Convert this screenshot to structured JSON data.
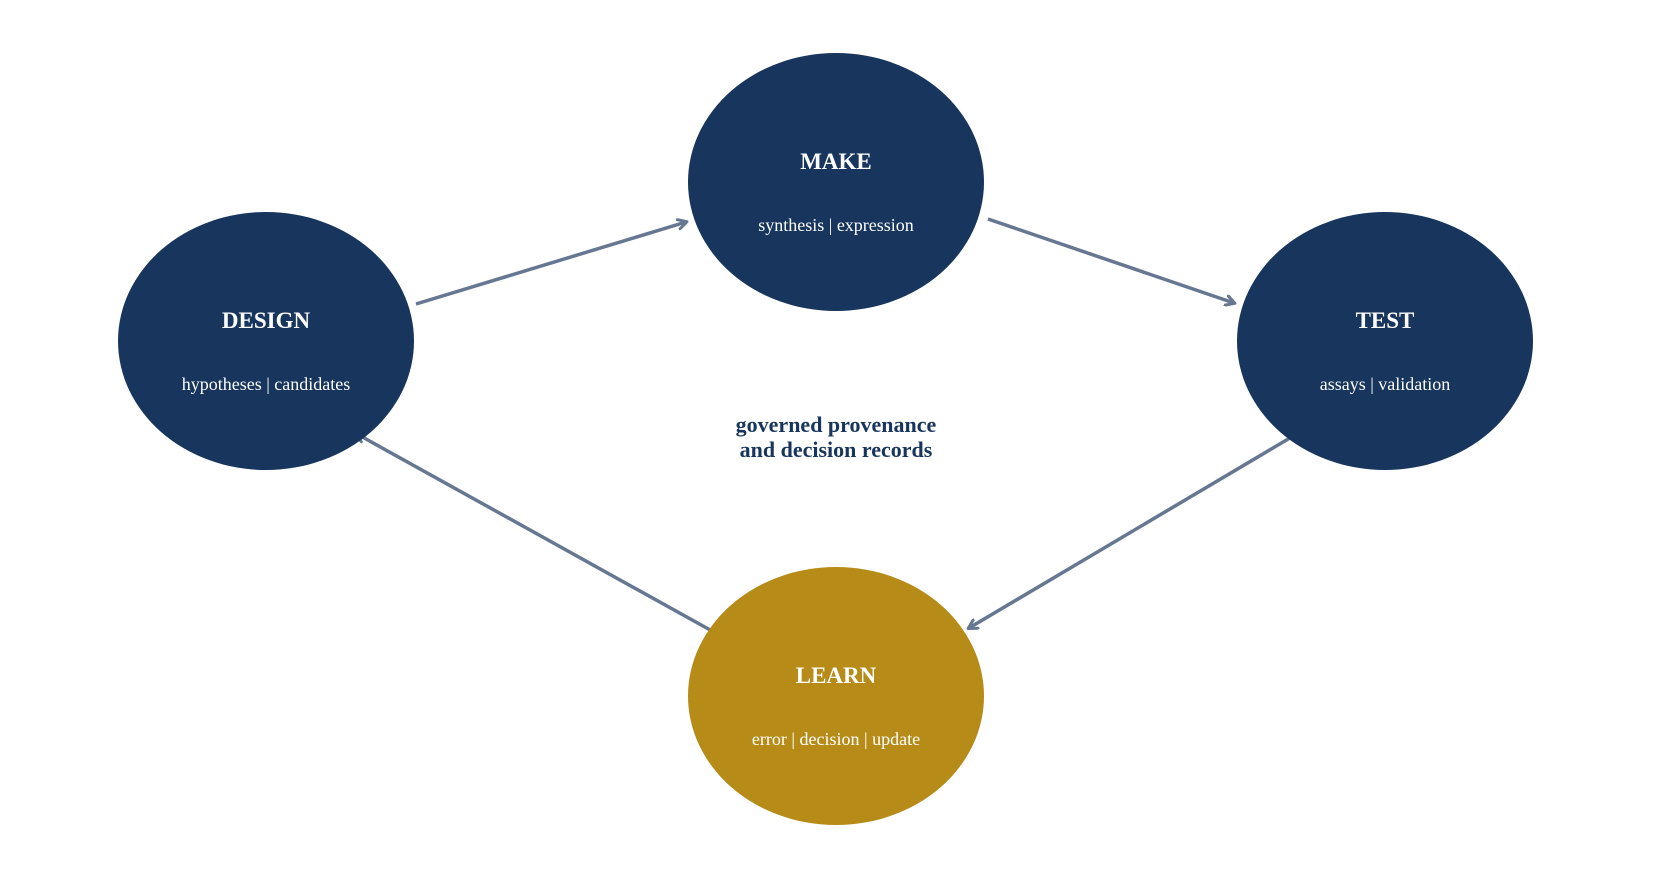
{
  "colors": {
    "node_default": "#17355d",
    "node_highlight": "#b68b17",
    "node_text": "#ffffff",
    "arrow": "#667791",
    "center_text": "#17355d",
    "background": "#ffffff"
  },
  "nodes": {
    "design": {
      "title": "DESIGN",
      "subtitle": "hypotheses | candidates"
    },
    "make": {
      "title": "MAKE",
      "subtitle": "synthesis | expression"
    },
    "test": {
      "title": "TEST",
      "subtitle": "assays | validation"
    },
    "learn": {
      "title": "LEARN",
      "subtitle": "error | decision | update"
    }
  },
  "center": {
    "line1": "governed provenance",
    "line2": "and decision records"
  },
  "edges": [
    {
      "from": "design",
      "to": "make"
    },
    {
      "from": "make",
      "to": "test"
    },
    {
      "from": "test",
      "to": "learn"
    },
    {
      "from": "learn",
      "to": "design"
    }
  ]
}
